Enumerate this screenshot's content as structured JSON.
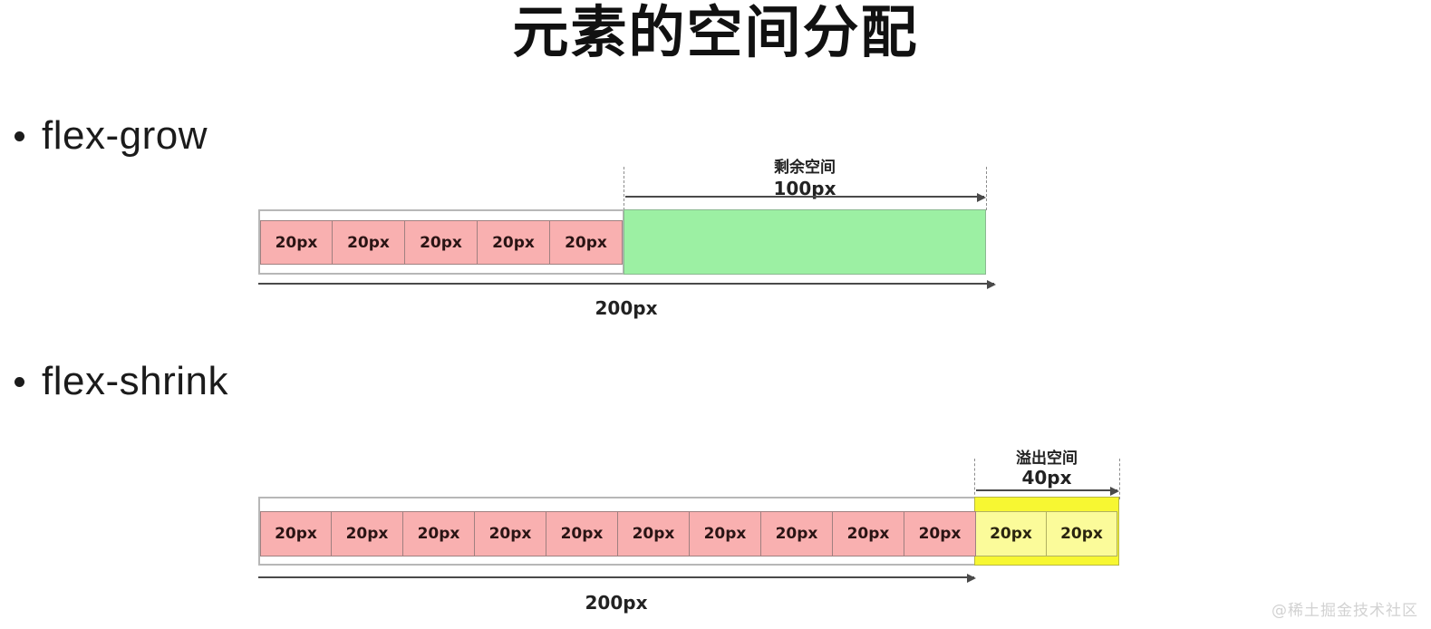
{
  "slide": {
    "title": "元素的空间分配",
    "watermark": "@稀土掘金技术社区"
  },
  "bullets": [
    {
      "id": "flex-grow",
      "label": "flex-grow"
    },
    {
      "id": "flex-shrink",
      "label": "flex-shrink"
    }
  ],
  "diagram_grow": {
    "items": [
      {
        "label": "20px"
      },
      {
        "label": "20px"
      },
      {
        "label": "20px"
      },
      {
        "label": "20px"
      },
      {
        "label": "20px"
      }
    ],
    "free_space": {
      "title": "剩余空间",
      "value": "100px",
      "color": "#9cf0a3"
    },
    "total": {
      "value": "200px"
    }
  },
  "diagram_shrink": {
    "items": [
      {
        "label": "20px",
        "color": "pink"
      },
      {
        "label": "20px",
        "color": "pink"
      },
      {
        "label": "20px",
        "color": "pink"
      },
      {
        "label": "20px",
        "color": "pink"
      },
      {
        "label": "20px",
        "color": "pink"
      },
      {
        "label": "20px",
        "color": "pink"
      },
      {
        "label": "20px",
        "color": "pink"
      },
      {
        "label": "20px",
        "color": "pink"
      },
      {
        "label": "20px",
        "color": "pink"
      },
      {
        "label": "20px",
        "color": "pink"
      },
      {
        "label": "20px",
        "color": "yellow"
      },
      {
        "label": "20px",
        "color": "yellow"
      }
    ],
    "overflow_space": {
      "title": "溢出空间",
      "value": "40px",
      "color": "#f7f732"
    },
    "total": {
      "value": "200px"
    }
  },
  "colors": {
    "item_pink": "#f9b0b0",
    "item_yellow": "#fbfb9a",
    "free_green": "#9cf0a3",
    "overflow_yellow": "#f7f732",
    "container_border": "#b7b7b7",
    "arrow": "#4a4a4a"
  }
}
